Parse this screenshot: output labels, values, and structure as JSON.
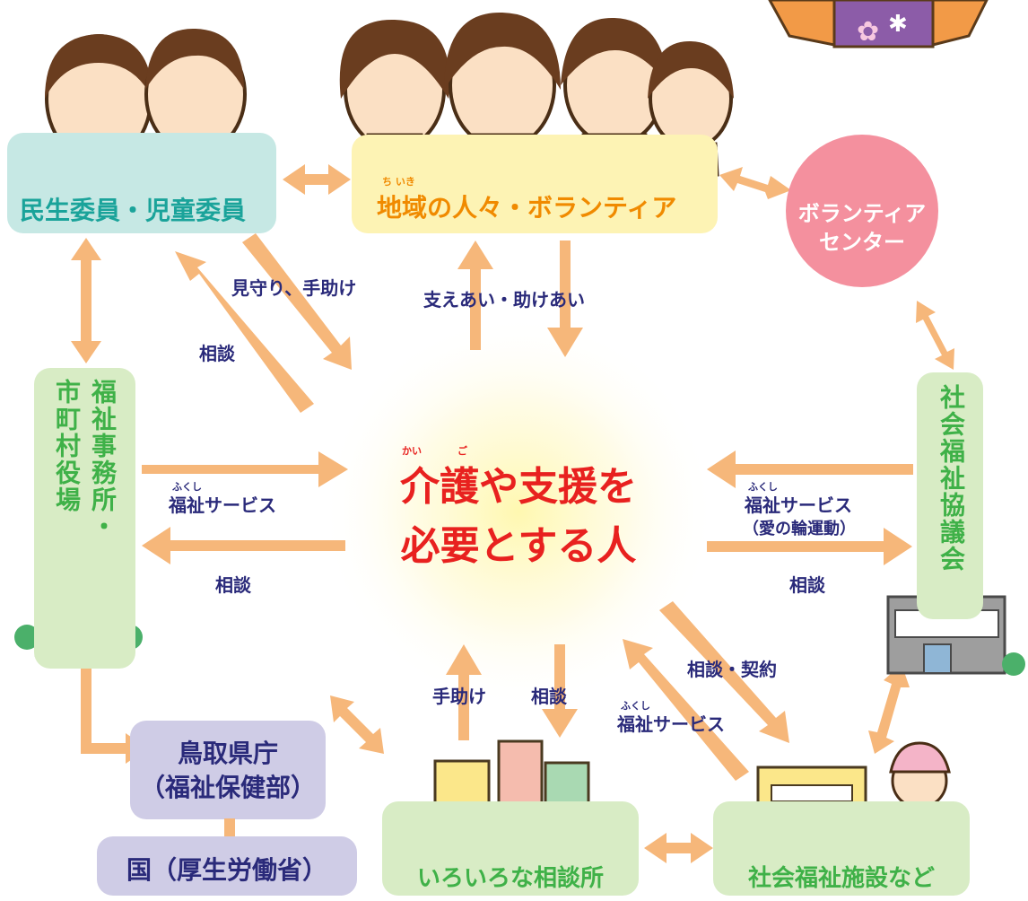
{
  "colors": {
    "arrow": "#f6b77a",
    "teal_box": "#c6e8e4",
    "yellow_box": "#fdf3b4",
    "green_box": "#d8ecc5",
    "purple_box": "#cfcce6",
    "pink_circle": "#f4909e",
    "teal_text": "#1aa39a",
    "orange_text": "#f08a00",
    "green_text": "#3fb148",
    "navy_text": "#2a2a7a",
    "red_text": "#e8211f"
  },
  "center": {
    "ruby_1": "かい",
    "ruby_2": "ご",
    "line1": "介護や支援を",
    "line2": "必要とする人"
  },
  "nodes": {
    "minsei": "民生委員・児童委員",
    "chiiki_ruby": "ち いき",
    "chiiki": "地域の人々・ボランティア",
    "volunteer_line1": "ボランティア",
    "volunteer_line2": "センター",
    "fukushi_office_col1": "福祉事務所・",
    "fukushi_office_col2": "市町村役場",
    "shakyo": "社会福祉協議会",
    "tottori_line1": "鳥取県庁",
    "tottori_line2": "（福祉保健部）",
    "kuni": "国（厚生労働省）",
    "soudansho": "いろいろな相談所",
    "shisetsu": "社会福祉施設など"
  },
  "edges": {
    "mimamori": "見守り、手助け",
    "soudan_minsei": "相談",
    "sasaeai": "支えあい・助けあい",
    "fukushi_ruby": "ふくし",
    "fukushi_service_left": "福祉サービス",
    "soudan_left": "相談",
    "fukushi_service_right": "福祉サービス",
    "ai_no_wa": "（愛の輪運動）",
    "soudan_right": "相談",
    "tedasuke": "手助け",
    "soudan_bottom": "相談",
    "soudan_keiyaku": "相談・契約",
    "fukushi_service_bottom": "福祉サービス"
  }
}
